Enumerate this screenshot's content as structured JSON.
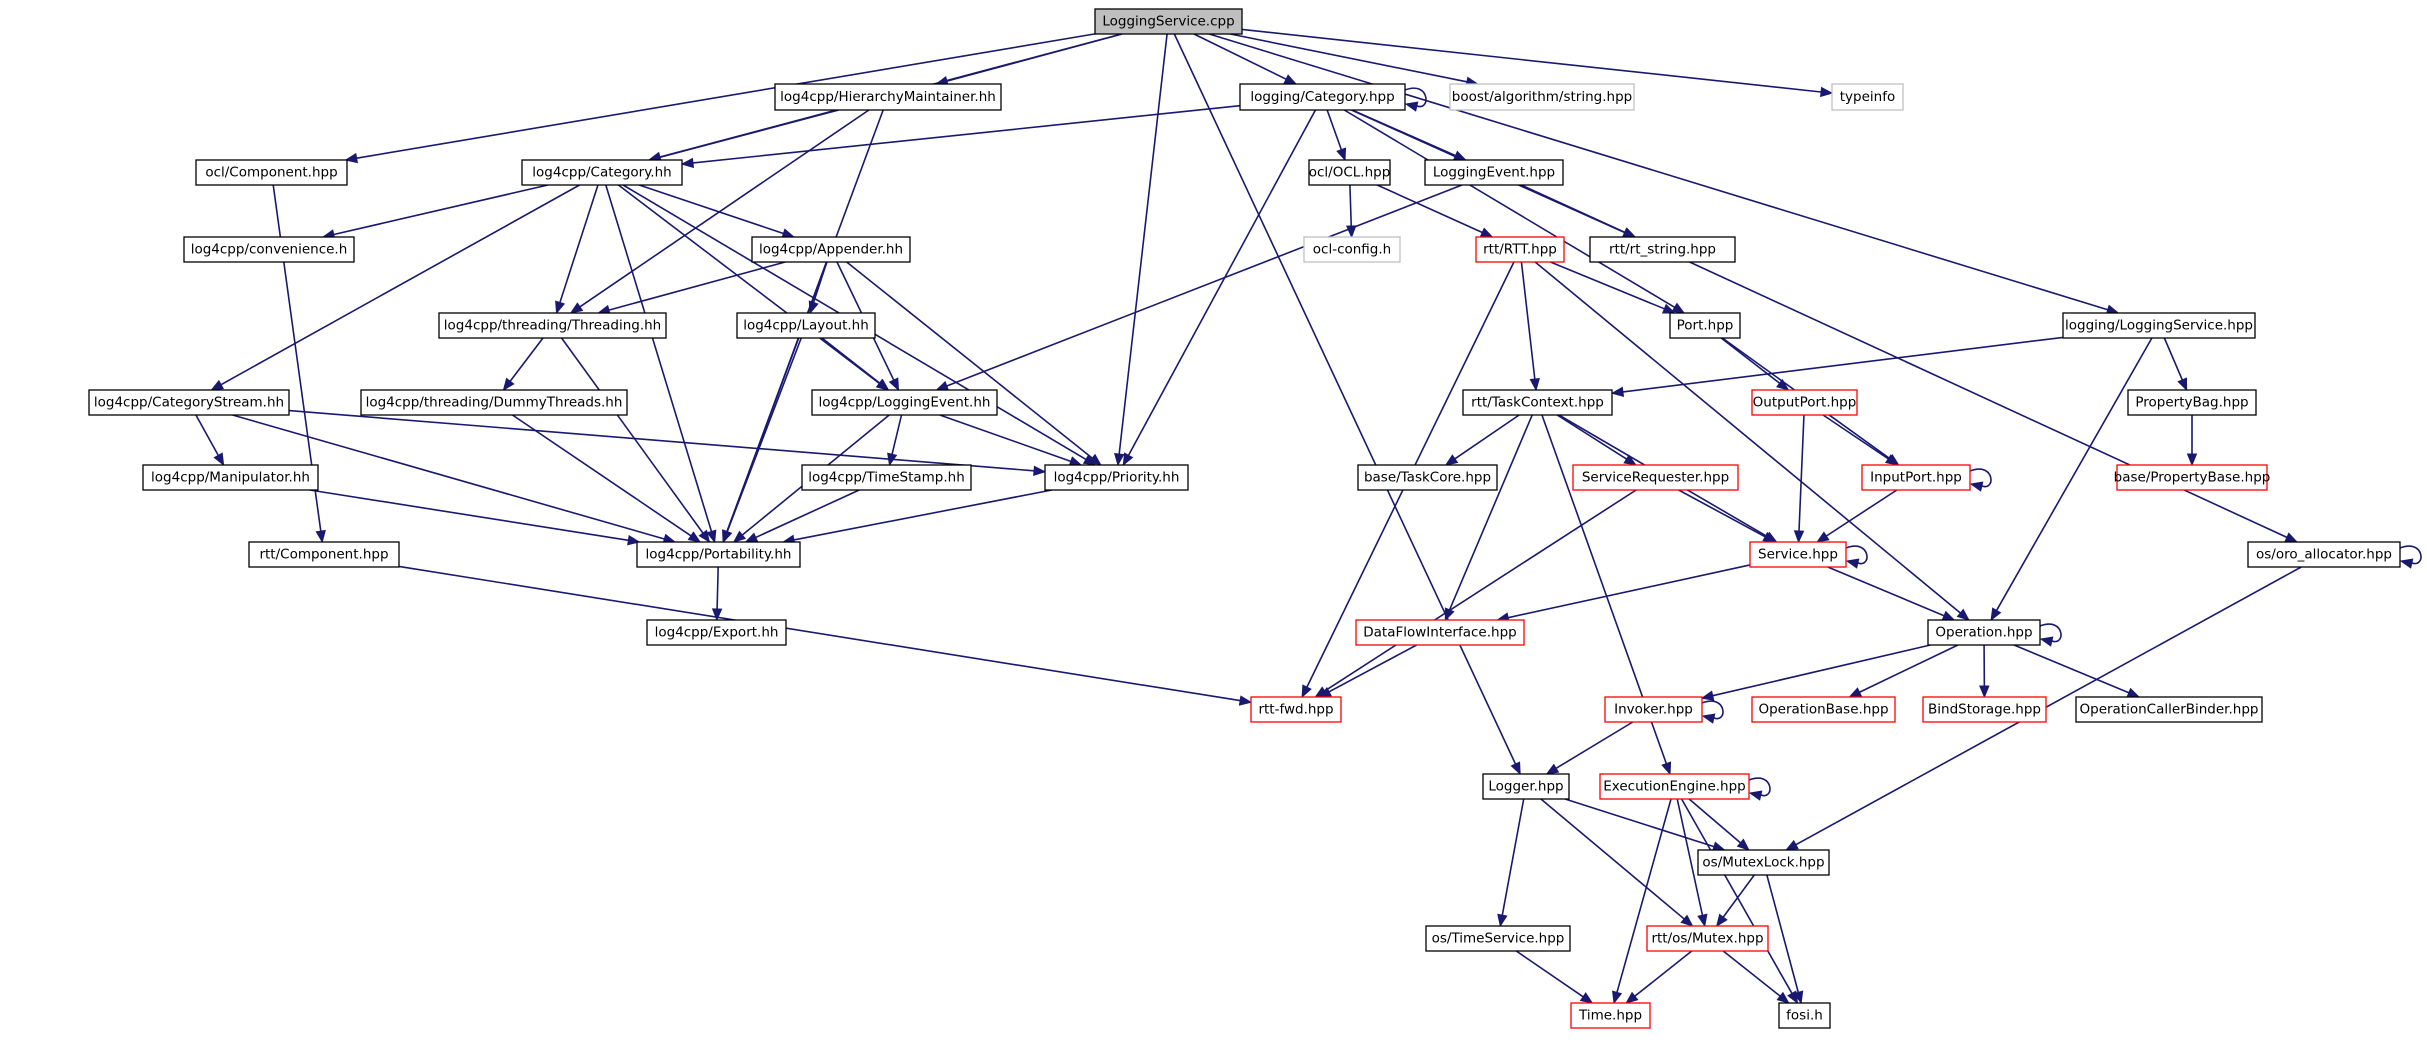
{
  "graph": {
    "colors": {
      "edge": "#191970",
      "root_fill": "#bfbfbf",
      "normal_border": "#000000",
      "truncated_border": "#ff0000",
      "external_border": "#bfbfbf"
    },
    "nodes": [
      {
        "id": "root",
        "label": "LoggingService.cpp",
        "kind": "root"
      },
      {
        "id": "hier",
        "label": "log4cpp/HierarchyMaintainer.hh",
        "kind": "normal"
      },
      {
        "id": "lcat",
        "label": "logging/Category.hpp",
        "kind": "normal"
      },
      {
        "id": "boost",
        "label": "boost/algorithm/string.hpp",
        "kind": "external"
      },
      {
        "id": "typeinfo",
        "label": "typeinfo",
        "kind": "external"
      },
      {
        "id": "oclcomp",
        "label": "ocl/Component.hpp",
        "kind": "normal"
      },
      {
        "id": "cat",
        "label": "log4cpp/Category.hh",
        "kind": "normal"
      },
      {
        "id": "oclocl",
        "label": "ocl/OCL.hpp",
        "kind": "normal"
      },
      {
        "id": "levt",
        "label": "LoggingEvent.hpp",
        "kind": "normal"
      },
      {
        "id": "conv",
        "label": "log4cpp/convenience.h",
        "kind": "normal"
      },
      {
        "id": "app",
        "label": "log4cpp/Appender.hh",
        "kind": "normal"
      },
      {
        "id": "oclcfg",
        "label": "ocl-config.h",
        "kind": "external"
      },
      {
        "id": "rtthpp",
        "label": "rtt/RTT.hpp",
        "kind": "truncated"
      },
      {
        "id": "rtstr",
        "label": "rtt/rt_string.hpp",
        "kind": "normal"
      },
      {
        "id": "thr",
        "label": "log4cpp/threading/Threading.hh",
        "kind": "normal"
      },
      {
        "id": "lay",
        "label": "log4cpp/Layout.hh",
        "kind": "normal"
      },
      {
        "id": "port",
        "label": "Port.hpp",
        "kind": "normal"
      },
      {
        "id": "lsvc",
        "label": "logging/LoggingService.hpp",
        "kind": "normal"
      },
      {
        "id": "cstream",
        "label": "log4cpp/CategoryStream.hh",
        "kind": "normal"
      },
      {
        "id": "dthr",
        "label": "log4cpp/threading/DummyThreads.hh",
        "kind": "normal"
      },
      {
        "id": "l4evt",
        "label": "log4cpp/LoggingEvent.hh",
        "kind": "normal"
      },
      {
        "id": "tctx",
        "label": "rtt/TaskContext.hpp",
        "kind": "normal"
      },
      {
        "id": "oport",
        "label": "OutputPort.hpp",
        "kind": "truncated"
      },
      {
        "id": "pbag",
        "label": "PropertyBag.hpp",
        "kind": "normal"
      },
      {
        "id": "manip",
        "label": "log4cpp/Manipulator.hh",
        "kind": "normal"
      },
      {
        "id": "tstamp",
        "label": "log4cpp/TimeStamp.hh",
        "kind": "normal"
      },
      {
        "id": "prio",
        "label": "log4cpp/Priority.hh",
        "kind": "normal"
      },
      {
        "id": "tcore",
        "label": "base/TaskCore.hpp",
        "kind": "normal"
      },
      {
        "id": "sreq",
        "label": "ServiceRequester.hpp",
        "kind": "truncated"
      },
      {
        "id": "iport",
        "label": "InputPort.hpp",
        "kind": "truncated"
      },
      {
        "id": "pbase",
        "label": "base/PropertyBase.hpp",
        "kind": "truncated"
      },
      {
        "id": "rttcomp",
        "label": "rtt/Component.hpp",
        "kind": "normal"
      },
      {
        "id": "porta",
        "label": "log4cpp/Portability.hh",
        "kind": "normal"
      },
      {
        "id": "svc",
        "label": "Service.hpp",
        "kind": "truncated"
      },
      {
        "id": "oro",
        "label": "os/oro_allocator.hpp",
        "kind": "normal"
      },
      {
        "id": "exp",
        "label": "log4cpp/Export.hh",
        "kind": "normal"
      },
      {
        "id": "dfi",
        "label": "DataFlowInterface.hpp",
        "kind": "truncated"
      },
      {
        "id": "op",
        "label": "Operation.hpp",
        "kind": "normal"
      },
      {
        "id": "fwd",
        "label": "rtt-fwd.hpp",
        "kind": "truncated"
      },
      {
        "id": "inv",
        "label": "Invoker.hpp",
        "kind": "truncated"
      },
      {
        "id": "opbase",
        "label": "OperationBase.hpp",
        "kind": "truncated"
      },
      {
        "id": "bind",
        "label": "BindStorage.hpp",
        "kind": "truncated"
      },
      {
        "id": "opcb",
        "label": "OperationCallerBinder.hpp",
        "kind": "normal"
      },
      {
        "id": "logger",
        "label": "Logger.hpp",
        "kind": "normal"
      },
      {
        "id": "exe",
        "label": "ExecutionEngine.hpp",
        "kind": "truncated"
      },
      {
        "id": "mlock",
        "label": "os/MutexLock.hpp",
        "kind": "normal"
      },
      {
        "id": "tsvc",
        "label": "os/TimeService.hpp",
        "kind": "normal"
      },
      {
        "id": "mutex",
        "label": "rtt/os/Mutex.hpp",
        "kind": "truncated"
      },
      {
        "id": "time",
        "label": "Time.hpp",
        "kind": "truncated"
      },
      {
        "id": "fosi",
        "label": "fosi.h",
        "kind": "normal"
      }
    ],
    "edges": [
      {
        "from": "root",
        "to": "hier"
      },
      {
        "from": "root",
        "to": "lcat"
      },
      {
        "from": "root",
        "to": "boost"
      },
      {
        "from": "root",
        "to": "typeinfo"
      },
      {
        "from": "root",
        "to": "oclcomp"
      },
      {
        "from": "root",
        "to": "cat"
      },
      {
        "from": "root",
        "to": "prio"
      },
      {
        "from": "root",
        "to": "lsvc"
      },
      {
        "from": "root",
        "to": "logger"
      },
      {
        "from": "hier",
        "to": "cat"
      },
      {
        "from": "hier",
        "to": "thr"
      },
      {
        "from": "hier",
        "to": "porta"
      },
      {
        "from": "lcat",
        "to": "lcat"
      },
      {
        "from": "lcat",
        "to": "cat"
      },
      {
        "from": "lcat",
        "to": "oclocl"
      },
      {
        "from": "lcat",
        "to": "levt"
      },
      {
        "from": "lcat",
        "to": "rtstr"
      },
      {
        "from": "lcat",
        "to": "port"
      },
      {
        "from": "lcat",
        "to": "prio"
      },
      {
        "from": "oclcomp",
        "to": "rttcomp"
      },
      {
        "from": "cat",
        "to": "conv"
      },
      {
        "from": "cat",
        "to": "app"
      },
      {
        "from": "cat",
        "to": "thr"
      },
      {
        "from": "cat",
        "to": "cstream"
      },
      {
        "from": "cat",
        "to": "l4evt"
      },
      {
        "from": "cat",
        "to": "prio"
      },
      {
        "from": "cat",
        "to": "porta"
      },
      {
        "from": "oclocl",
        "to": "oclcfg"
      },
      {
        "from": "oclocl",
        "to": "rtthpp"
      },
      {
        "from": "levt",
        "to": "rtstr"
      },
      {
        "from": "levt",
        "to": "l4evt"
      },
      {
        "from": "app",
        "to": "thr"
      },
      {
        "from": "app",
        "to": "lay"
      },
      {
        "from": "app",
        "to": "l4evt"
      },
      {
        "from": "app",
        "to": "prio"
      },
      {
        "from": "app",
        "to": "porta"
      },
      {
        "from": "rtthpp",
        "to": "port"
      },
      {
        "from": "rtthpp",
        "to": "tctx"
      },
      {
        "from": "rtthpp",
        "to": "op"
      },
      {
        "from": "rtthpp",
        "to": "fwd"
      },
      {
        "from": "rtstr",
        "to": "oro"
      },
      {
        "from": "thr",
        "to": "dthr"
      },
      {
        "from": "thr",
        "to": "porta"
      },
      {
        "from": "lay",
        "to": "l4evt"
      },
      {
        "from": "lay",
        "to": "porta"
      },
      {
        "from": "port",
        "to": "oport"
      },
      {
        "from": "port",
        "to": "iport"
      },
      {
        "from": "lsvc",
        "to": "tctx"
      },
      {
        "from": "lsvc",
        "to": "pbag"
      },
      {
        "from": "lsvc",
        "to": "op"
      },
      {
        "from": "cstream",
        "to": "manip"
      },
      {
        "from": "cstream",
        "to": "prio"
      },
      {
        "from": "cstream",
        "to": "porta"
      },
      {
        "from": "dthr",
        "to": "porta"
      },
      {
        "from": "l4evt",
        "to": "tstamp"
      },
      {
        "from": "l4evt",
        "to": "prio"
      },
      {
        "from": "l4evt",
        "to": "porta"
      },
      {
        "from": "tctx",
        "to": "tcore"
      },
      {
        "from": "tctx",
        "to": "sreq"
      },
      {
        "from": "tctx",
        "to": "svc"
      },
      {
        "from": "tctx",
        "to": "dfi"
      },
      {
        "from": "tctx",
        "to": "exe"
      },
      {
        "from": "oport",
        "to": "iport"
      },
      {
        "from": "oport",
        "to": "svc"
      },
      {
        "from": "pbag",
        "to": "pbase"
      },
      {
        "from": "manip",
        "to": "porta"
      },
      {
        "from": "tstamp",
        "to": "porta"
      },
      {
        "from": "prio",
        "to": "porta"
      },
      {
        "from": "sreq",
        "to": "svc"
      },
      {
        "from": "sreq",
        "to": "fwd"
      },
      {
        "from": "iport",
        "to": "iport"
      },
      {
        "from": "iport",
        "to": "svc"
      },
      {
        "from": "rttcomp",
        "to": "fwd"
      },
      {
        "from": "porta",
        "to": "exp"
      },
      {
        "from": "svc",
        "to": "svc"
      },
      {
        "from": "svc",
        "to": "dfi"
      },
      {
        "from": "svc",
        "to": "op"
      },
      {
        "from": "oro",
        "to": "oro"
      },
      {
        "from": "oro",
        "to": "mlock"
      },
      {
        "from": "dfi",
        "to": "fwd"
      },
      {
        "from": "op",
        "to": "op"
      },
      {
        "from": "op",
        "to": "inv"
      },
      {
        "from": "op",
        "to": "opbase"
      },
      {
        "from": "op",
        "to": "bind"
      },
      {
        "from": "op",
        "to": "opcb"
      },
      {
        "from": "inv",
        "to": "inv"
      },
      {
        "from": "inv",
        "to": "logger"
      },
      {
        "from": "logger",
        "to": "mlock"
      },
      {
        "from": "logger",
        "to": "tsvc"
      },
      {
        "from": "logger",
        "to": "mutex"
      },
      {
        "from": "exe",
        "to": "exe"
      },
      {
        "from": "exe",
        "to": "mlock"
      },
      {
        "from": "exe",
        "to": "mutex"
      },
      {
        "from": "exe",
        "to": "time"
      },
      {
        "from": "exe",
        "to": "fosi"
      },
      {
        "from": "mlock",
        "to": "mutex"
      },
      {
        "from": "mlock",
        "to": "fosi"
      },
      {
        "from": "tsvc",
        "to": "time"
      },
      {
        "from": "mutex",
        "to": "time"
      },
      {
        "from": "mutex",
        "to": "fosi"
      }
    ]
  }
}
